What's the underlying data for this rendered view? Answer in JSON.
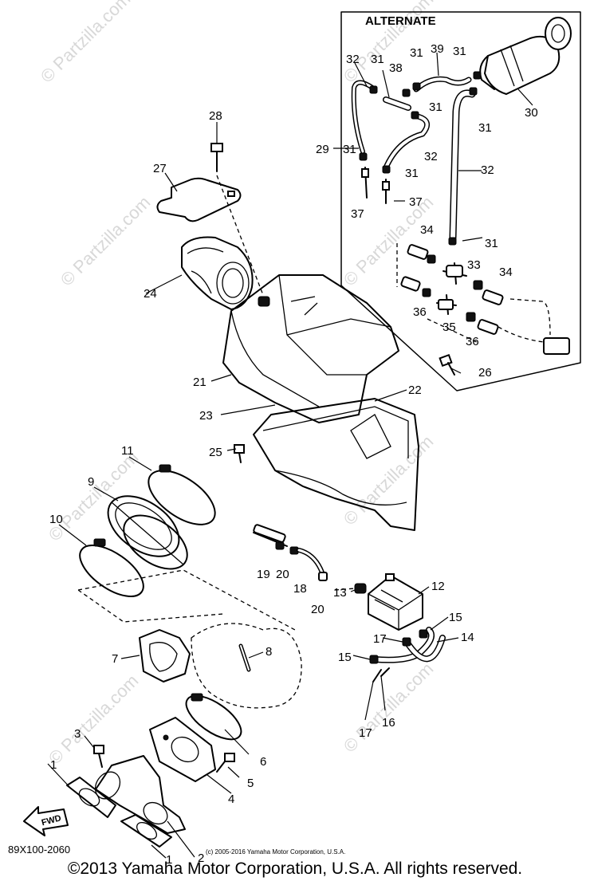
{
  "alternate_title": "ALTERNATE",
  "diagram_code": "89X100-2060",
  "small_copyright": "(c) 2005-2016 Yamaha Motor Corporation, U.S.A.",
  "copyright": "©2013 Yamaha Motor Corporation, U.S.A. All rights reserved.",
  "watermark": "© Partzilla.com",
  "fwd_label": "FWD",
  "callouts": [
    "1",
    "1",
    "2",
    "3",
    "4",
    "5",
    "6",
    "7",
    "8",
    "9",
    "10",
    "11",
    "12",
    "13",
    "14",
    "15",
    "15",
    "16",
    "17",
    "17",
    "18",
    "19",
    "20",
    "20",
    "21",
    "22",
    "23",
    "24",
    "25",
    "26",
    "27",
    "28",
    "29",
    "30",
    "31",
    "31",
    "31",
    "31",
    "31",
    "31",
    "31",
    "31",
    "32",
    "32",
    "32",
    "33",
    "34",
    "34",
    "35",
    "36",
    "36",
    "37",
    "37",
    "38",
    "39"
  ]
}
